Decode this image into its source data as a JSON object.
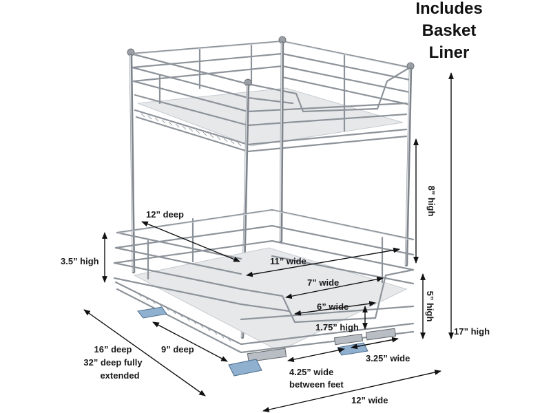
{
  "header": {
    "line1": "Includes",
    "line2": "Basket",
    "line3": "Liner"
  },
  "dimensions": {
    "top_depth": "12” deep",
    "basket_height": "3.5” high",
    "inner_width_11": "11” wide",
    "inner_width_7": "7” wide",
    "inner_width_6": "6” wide",
    "cutout_height": "1.75” high",
    "shelf_spacing": "8” high",
    "lower_height": "5” high",
    "total_height": "17” high",
    "base_depth_line1": "16” deep",
    "base_depth_line2": "32” deep fully",
    "base_depth_line3": "extended",
    "rail_depth": "9” deep",
    "feet_width_line1": "4.25” wide",
    "feet_width_line2": "between feet",
    "foot_width": "3.25” wide",
    "total_width": "12” wide"
  },
  "colors": {
    "chrome": "#8d939a",
    "liner": "#e6e8ea",
    "foot_clip": "#8fb0cf",
    "dimension_lines": "#111111"
  }
}
